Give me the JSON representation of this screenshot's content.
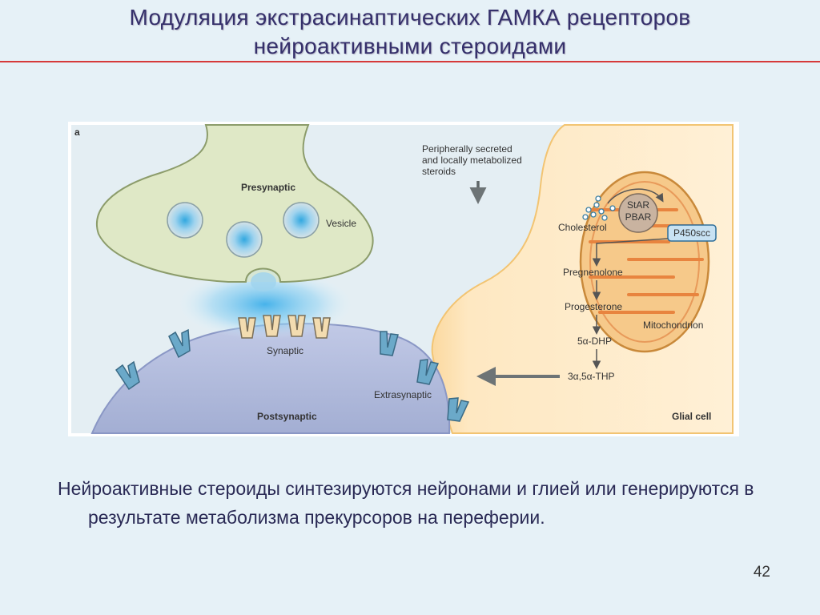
{
  "slide": {
    "title_line1": "Модуляция экстрасинаптических ГАМКА рецепторов",
    "title_line2": "нейроактивными стероидами",
    "body": "Нейроактивные стероиды синтезируются нейронами и глией или генерируются в результате метаболизма прекурсоров на переферии.",
    "page_number": "42"
  },
  "figure": {
    "panel_label": "a",
    "presynaptic": "Presynaptic",
    "vesicle": "Vesicle",
    "synaptic": "Synaptic",
    "extrasynaptic": "Extrasynaptic",
    "postsynaptic": "Postsynaptic",
    "glial_cell": "Glial cell",
    "peripheral_note": [
      "Peripherally secreted",
      "and locally metabolized",
      "steroids"
    ],
    "star": "StAR",
    "pbar": "PBAR",
    "cholesterol": "Cholesterol",
    "p450scc": "P450scc",
    "mitochondrion": "Mitochondrion",
    "pathway": [
      "Pregnenolone",
      "Progesterone",
      "5α-DHP",
      "3α,5α-THP"
    ]
  },
  "colors": {
    "title": "#35306b",
    "rule": "#d63a3a",
    "presynaptic_fill": "#dfe8c6",
    "postsynaptic_fill": "#b2bcdc",
    "glial_fill": "#fde4b4",
    "mitochondrion_fill": "#f6c98a",
    "receptor_synaptic": "#f3dcb0",
    "receptor_extrasynaptic": "#6ba9c9",
    "gaba_glow": "#4fb5e8"
  }
}
